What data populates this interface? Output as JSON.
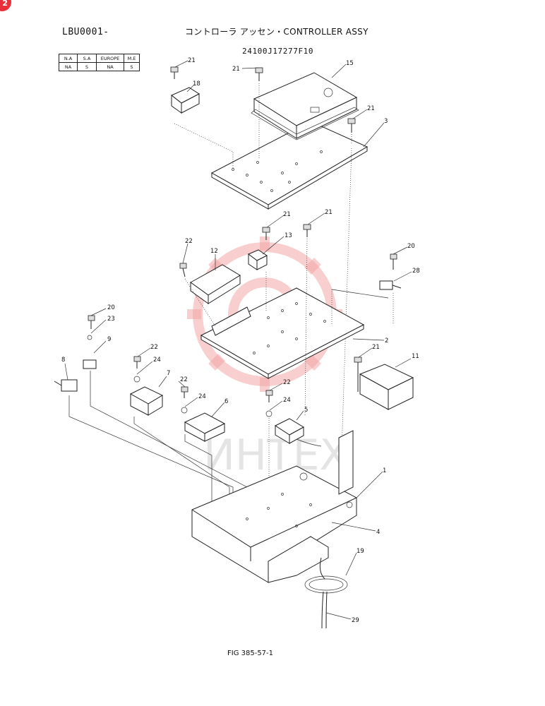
{
  "corner_badge": "2",
  "doc_code": "LBU0001-",
  "title": "コントローラ アッセン・CONTROLLER ASSY",
  "part_number": "24100J17277F10",
  "region_table": {
    "headers": [
      "N.A",
      "S.A",
      "EUROPE",
      "M.E"
    ],
    "values": [
      "NA",
      "S",
      "NA",
      "S"
    ]
  },
  "callouts": [
    "21",
    "21",
    "15",
    "18",
    "21",
    "3",
    "21",
    "21",
    "13",
    "22",
    "12",
    "20",
    "28",
    "20",
    "23",
    "9",
    "2",
    "8",
    "22",
    "24",
    "7",
    "21",
    "11",
    "22",
    "24",
    "22",
    "24",
    "6",
    "5",
    "1",
    "4",
    "19",
    "29"
  ],
  "watermark_text": "ИНТЕХ",
  "figure_label": "FIG 385-57-1"
}
